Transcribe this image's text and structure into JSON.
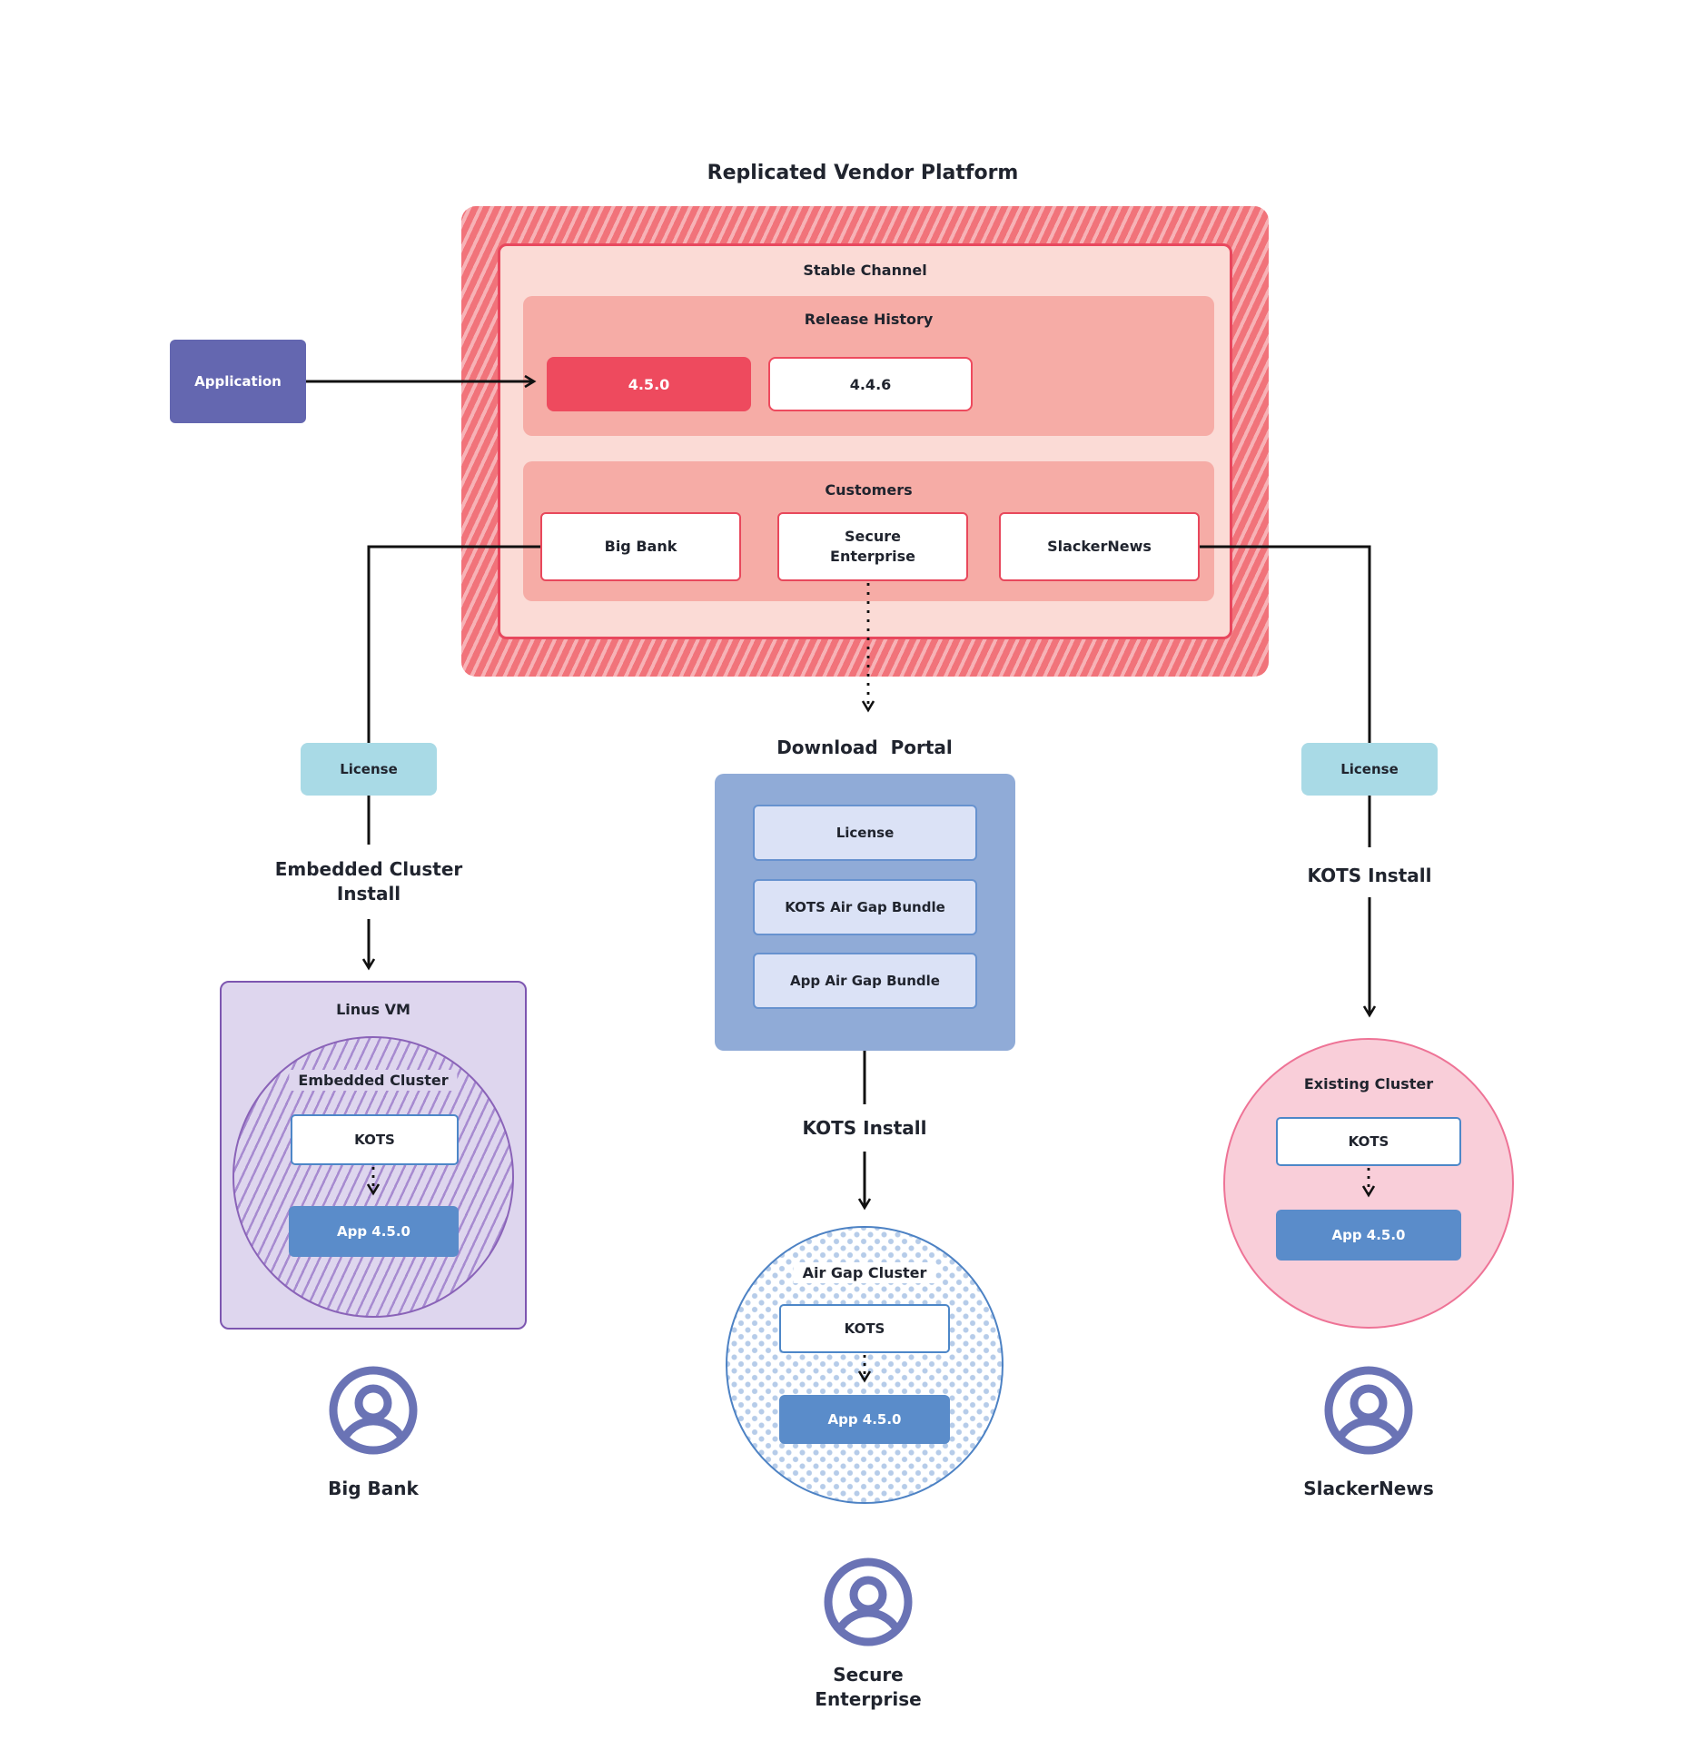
{
  "title": "Replicated Vendor Platform",
  "colors": {
    "platform_red": "#f1737a",
    "channel_pink": "#fbdbd6",
    "group_salmon": "#f6aca6",
    "release_red": "#ee4a5e",
    "application_purple": "#6467b0",
    "license_cyan": "#a9dae6",
    "portal_blue": "#90abd7",
    "portal_item_blue": "#dbe2f6",
    "vm_purple": "#ded6ee",
    "cluster_hatch_purple": "#a78bd0",
    "app_blue": "#5a8cca",
    "kots_border_blue": "#4d87c8",
    "existing_cluster_pink": "#f9ced9",
    "airgap_dot_blue": "#b6cce9",
    "user_icon_purple": "#6a73b5",
    "connector_black": "#111111"
  },
  "platform": {
    "channel": "Stable Channel",
    "release_history": {
      "title": "Release History",
      "current": "4.5.0",
      "previous": "4.4.6"
    },
    "customers": {
      "title": "Customers",
      "big_bank": "Big Bank",
      "secure_enterprise": "Secure\nEnterprise",
      "slackernews": "SlackerNews"
    }
  },
  "application": {
    "label": "Application"
  },
  "flows": {
    "big_bank": {
      "license": "License",
      "install": "Embedded Cluster\nInstall",
      "vm_label": "Linus VM",
      "cluster_label": "Embedded Cluster",
      "kots": "KOTS",
      "app": "App 4.5.0",
      "customer": "Big Bank"
    },
    "secure": {
      "portal_title": "Download  Portal",
      "portal": {
        "license": "License",
        "kots_bundle": "KOTS Air Gap Bundle",
        "app_bundle": "App Air Gap Bundle"
      },
      "install": "KOTS Install",
      "cluster_label": "Air Gap Cluster",
      "kots": "KOTS",
      "app": "App 4.5.0",
      "customer": "Secure\nEnterprise"
    },
    "slackernews": {
      "license": "License",
      "install": "KOTS Install",
      "cluster_label": "Existing Cluster",
      "kots": "KOTS",
      "app": "App 4.5.0",
      "customer": "SlackerNews"
    }
  }
}
